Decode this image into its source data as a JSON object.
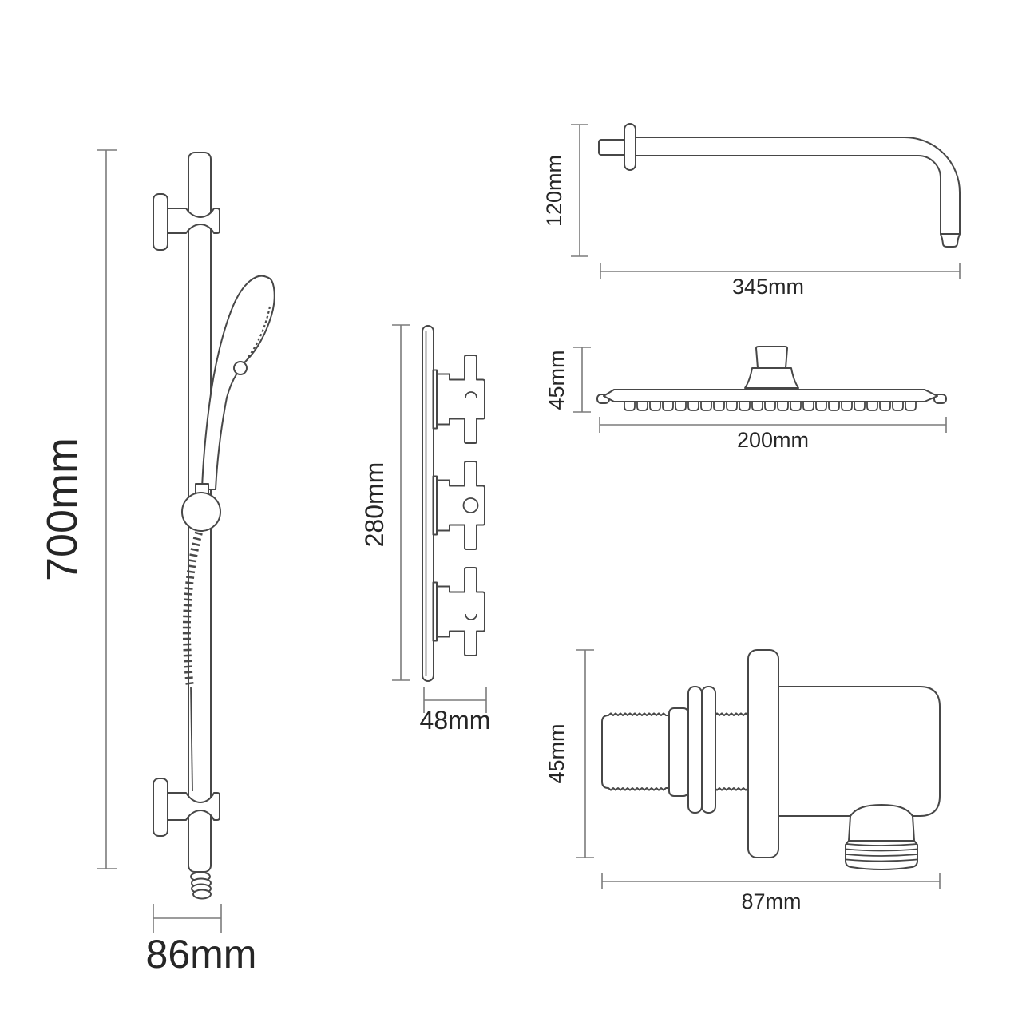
{
  "colors": {
    "background": "#ffffff",
    "part_line": "#474747",
    "dimension_line": "#7b7b7b",
    "label_text": "#262626"
  },
  "labels": {
    "slide_bar": {
      "height": "700mm",
      "width": "86mm"
    },
    "valve_panel": {
      "height": "280mm",
      "depth": "48mm"
    },
    "shower_arm": {
      "height": "120mm",
      "length": "345mm"
    },
    "shower_head": {
      "height": "45mm",
      "diameter": "200mm"
    },
    "wall_outlet": {
      "height": "45mm",
      "width": "87mm"
    }
  }
}
